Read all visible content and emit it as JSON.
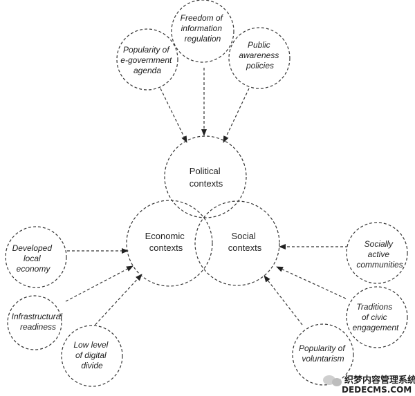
{
  "contexts": {
    "political": [
      "Political",
      "contexts"
    ],
    "economic": [
      "Economic",
      "contexts"
    ],
    "social": [
      "Social",
      "contexts"
    ]
  },
  "factors": {
    "freedom": [
      "Freedom of",
      "information",
      "regulation"
    ],
    "popularity_egov": [
      "Popularity of",
      "e-government",
      "agenda"
    ],
    "public_awareness": [
      "Public",
      "awareness",
      "policies"
    ],
    "developed_local": [
      "Developed",
      "local",
      "economy"
    ],
    "infrastructural": [
      "Infrastructural",
      "readiness"
    ],
    "low_digital": [
      "Low level",
      "of digital",
      "divide"
    ],
    "socially_active": [
      "Socially",
      "active",
      "communities"
    ],
    "traditions": [
      "Traditions",
      "of civic",
      "engagement"
    ],
    "voluntarism": [
      "Popularity of",
      "voluntarism"
    ]
  },
  "watermark": {
    "line1": "织梦内容管理系统",
    "line2": "DEDECMS.COM"
  },
  "colors": {
    "stroke": "#333333",
    "text": "#222222"
  }
}
